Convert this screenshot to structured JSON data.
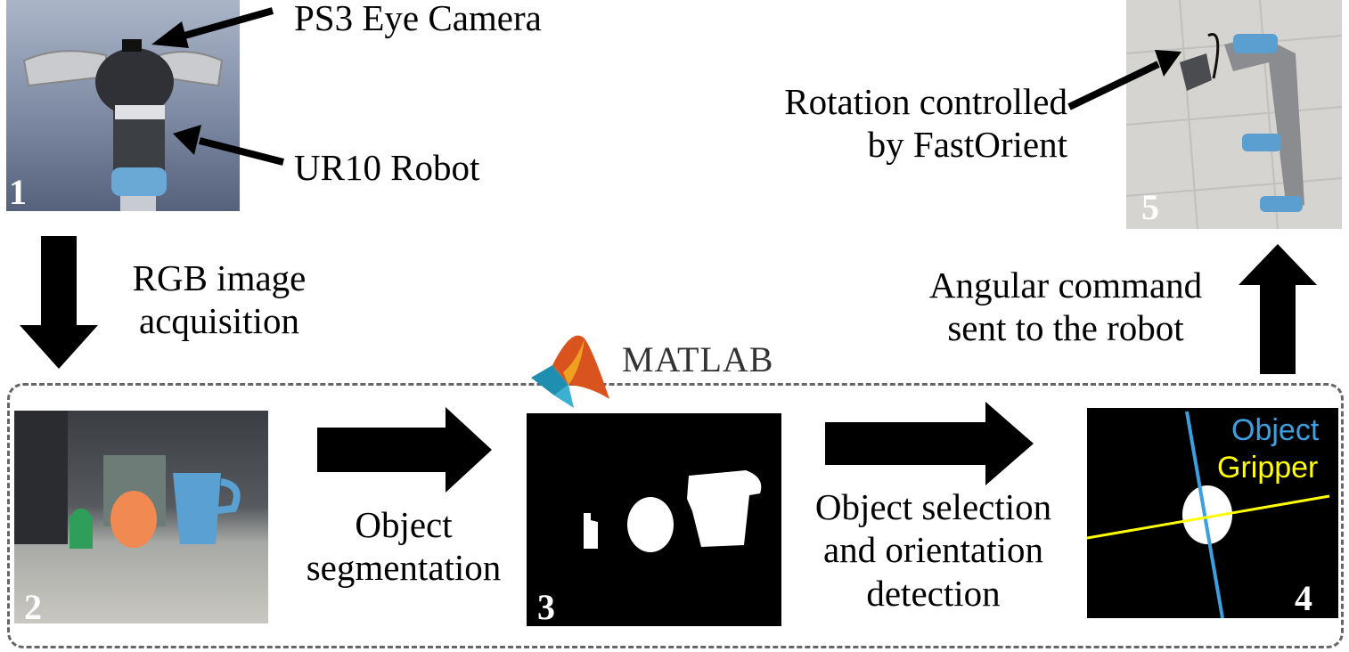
{
  "panels": {
    "p1": {
      "number": "1",
      "camera_label": "PS3 Eye Camera",
      "robot_label": "UR10 Robot"
    },
    "p2": {
      "number": "2"
    },
    "p3": {
      "number": "3",
      "software": "MATLAB"
    },
    "p4": {
      "number": "4",
      "legend_object": "Object",
      "legend_gripper": "Gripper",
      "object_color": "#3b9fe0",
      "gripper_color": "#ffff00"
    },
    "p5": {
      "number": "5",
      "rotation_label_line1": "Rotation controlled",
      "rotation_label_line2": "by FastOrient"
    }
  },
  "steps": {
    "acquisition_line1": "RGB image",
    "acquisition_line2": "acquisition",
    "segmentation_line1": "Object",
    "segmentation_line2": "segmentation",
    "selection_line1": "Object selection",
    "selection_line2": "and orientation",
    "selection_line3": "detection",
    "command_line1": "Angular command",
    "command_line2": "sent to the robot"
  }
}
